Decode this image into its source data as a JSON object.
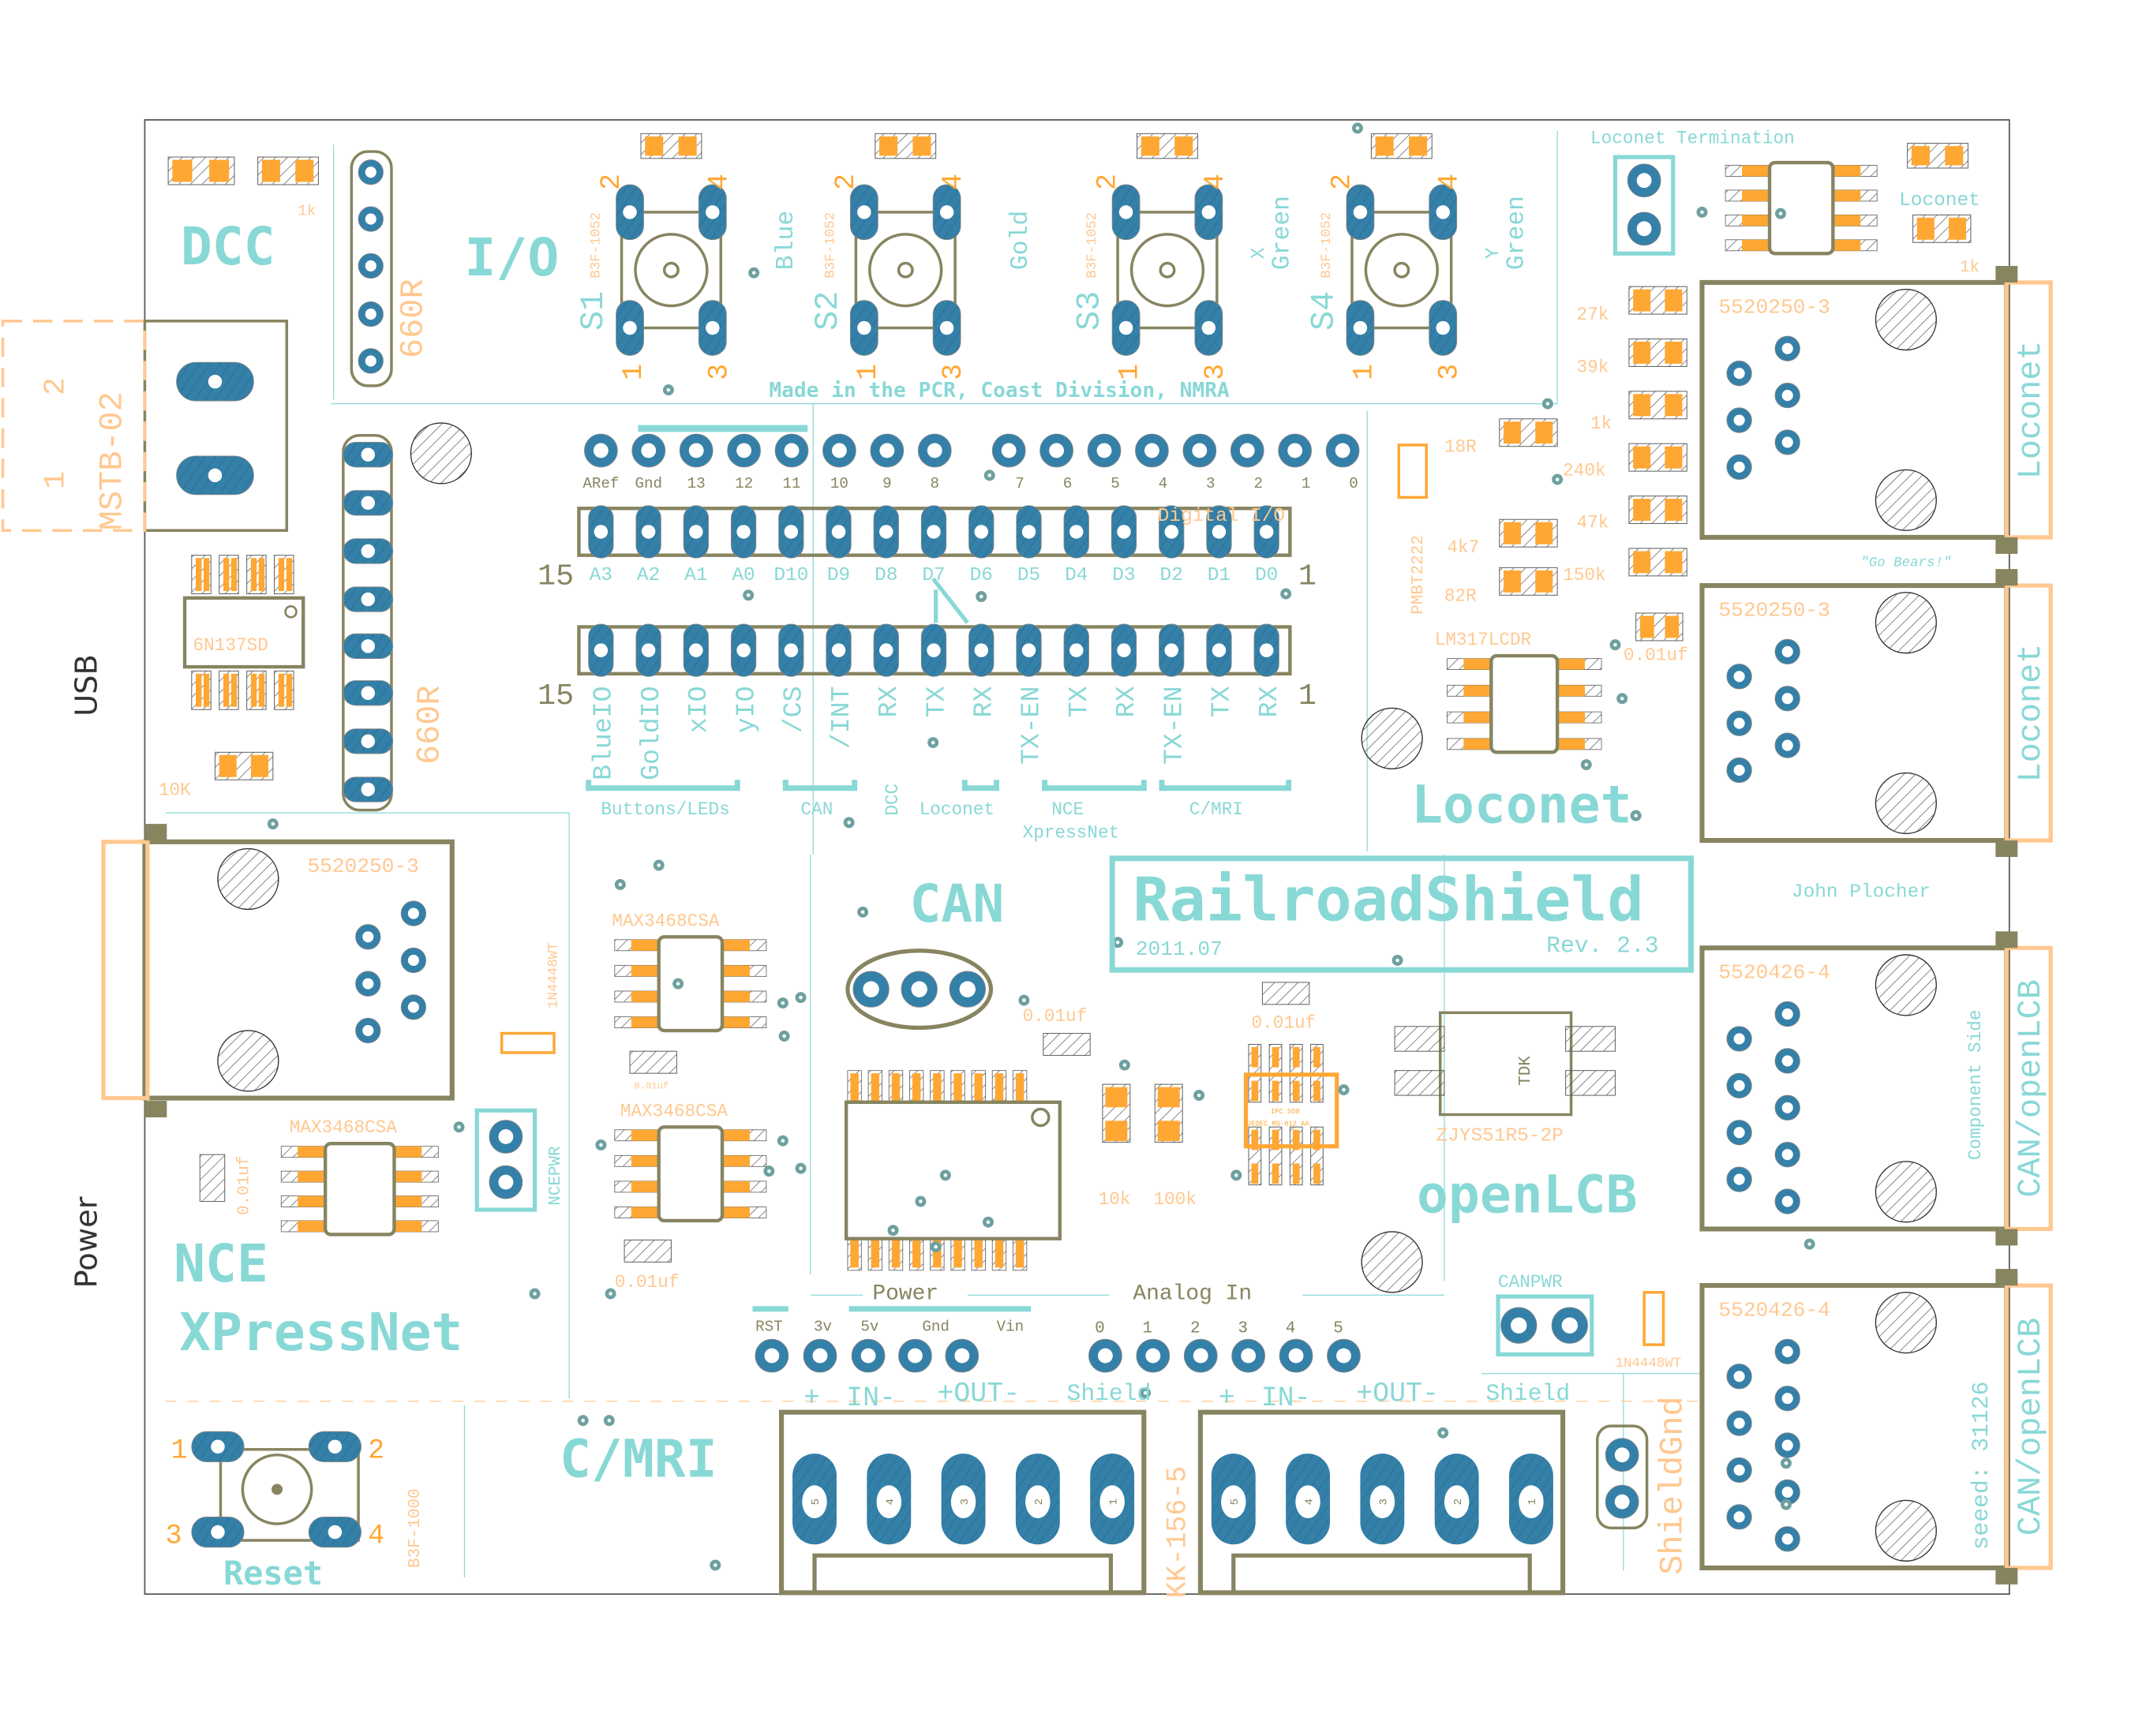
{
  "board": {
    "title": "RailroadShield",
    "date": "2011.07",
    "rev": "Rev. 2.3",
    "author": "John Plocher",
    "made_in": "Made in the PCR, Coast Division, NMRA",
    "quote": "\"Go Bears!\"",
    "component_side": "Component Side",
    "seeed": "seeed: 31126"
  },
  "sections": {
    "dcc": "DCC",
    "io": "I/O",
    "can": "CAN",
    "loconet": "Loconet",
    "openlcb": "openLCB",
    "nce": "NCE",
    "xpressnet": "XPressNet",
    "cmri": "C/MRI",
    "reset": "Reset",
    "usb": "USB",
    "power": "Power",
    "loconet_termination": "Loconet Termination",
    "loconet_small": "Loconet",
    "canpwr": "CANPWR",
    "ncepwr": "NCEPWR",
    "shieldgnd": "ShieldGnd"
  },
  "switches": [
    {
      "ref": "S1",
      "prefix": "",
      "color": "Blue",
      "part": "B3F-1052"
    },
    {
      "ref": "S2",
      "prefix": "",
      "color": "Gold",
      "part": "B3F-1052"
    },
    {
      "ref": "S3",
      "prefix": "X",
      "color": "Green",
      "part": "B3F-1052"
    },
    {
      "ref": "S4",
      "prefix": "Y",
      "color": "Green",
      "part": "B3F-1052"
    }
  ],
  "switch_pins": [
    "1",
    "2",
    "3",
    "4"
  ],
  "reset_part": "B3F-1000",
  "header_top": {
    "left": [
      "ARef",
      "Gnd",
      "13",
      "12",
      "11",
      "10",
      "9",
      "8"
    ],
    "right": [
      "7",
      "6",
      "5",
      "4",
      "3",
      "2",
      "1",
      "0"
    ]
  },
  "socket_top": {
    "labels": [
      "A3",
      "A2",
      "A1",
      "A0",
      "D10",
      "D9",
      "D8",
      "D7",
      "D6",
      "D5",
      "D4",
      "D3",
      "D2",
      "D1",
      "D0"
    ],
    "pin_first": "15",
    "pin_last": "1",
    "silk": "Digital I/O"
  },
  "socket_bottom": {
    "labels": [
      "BlueIO",
      "GoldIO",
      "xIO",
      "yIO",
      "/CS",
      "/INT",
      "RX",
      "TX",
      "RX",
      "TX-EN",
      "TX",
      "RX",
      "TX-EN",
      "TX",
      "RX"
    ],
    "pin_first": "15",
    "pin_last": "1"
  },
  "groups": {
    "buttons": "Buttons/LEDs",
    "can": "CAN",
    "dcc": "DCC",
    "loconet": "Loconet",
    "nce": "NCE",
    "xpressnet": "XpressNet",
    "cmri": "C/MRI"
  },
  "power_header": {
    "title": "Power",
    "pins": [
      "RST",
      "3v",
      "5v",
      "Gnd",
      "Vin"
    ]
  },
  "analog_header": {
    "title": "Analog In",
    "pins": [
      "0",
      "1",
      "2",
      "3",
      "4",
      "5"
    ]
  },
  "terminals": {
    "plus": "+",
    "in": "IN-",
    "out": "+OUT-",
    "shield": "Shield",
    "part": "KK-156-5",
    "pin_numbers": [
      "5",
      "4",
      "3",
      "2",
      "1"
    ]
  },
  "connectors": {
    "mstb": "MSTB-02",
    "mstb_pins": [
      "1",
      "2"
    ],
    "rj_left": "5520250-3",
    "rj_right": [
      {
        "part": "5520250-3",
        "label": "Loconet"
      },
      {
        "part": "5520250-3",
        "label": "Loconet"
      },
      {
        "part": "5520426-4",
        "label": "CAN/openLCB"
      },
      {
        "part": "5520426-4",
        "label": "CAN/openLCB"
      }
    ]
  },
  "parts": {
    "r_1k_top": "1k",
    "r_660_a": "660R",
    "r_660_b": "660R",
    "opto": "6N137SD",
    "r_10k_left": "10K",
    "r_27k": "27k",
    "r_39k": "39k",
    "r_1k": "1k",
    "r_240k": "240k",
    "r_47k": "47k",
    "r_150k": "150k",
    "r_18r": "18R",
    "r_4k7": "4k7",
    "r_82r": "82R",
    "transistor": "PMBT2222",
    "regulator": "LM317LCDR",
    "cap_loconet": "0.01uf",
    "r_1k_loconet": "1k",
    "max_a": "MAX3468CSA",
    "max_b": "MAX3468CSA",
    "max_c": "MAX3468CSA",
    "cap_a": "0.01uf",
    "cap_b": "0.01uf",
    "cap_c": "0.01uf",
    "cap_can": "0.01uf",
    "cap_can2": "0.01uf",
    "r_10k": "10k",
    "r_100k": "100k",
    "choke": "ZJYS51R5-2P",
    "choke_brand": "TDK",
    "diode_a": "1N4448WT",
    "diode_b": "1N4448WT",
    "soic_label1": "IPC SO8",
    "soic_label2": "JEDEC MS-012 AA",
    "pin1": "1"
  },
  "colors": {
    "silk": "#88d8d6",
    "outline": "#878460",
    "pad": "#3480a8",
    "smd": "#ffa733",
    "tdocu": "#ffc890",
    "via": "#6fa0a0"
  }
}
